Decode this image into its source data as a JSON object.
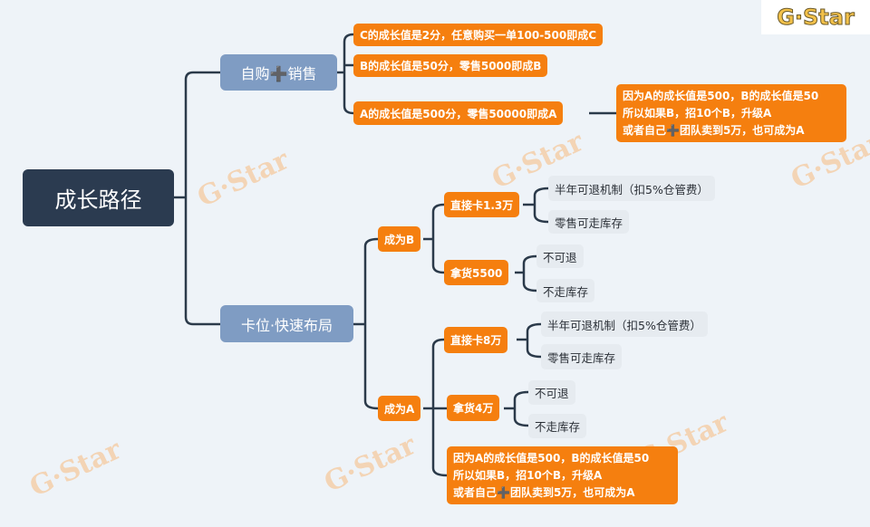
{
  "logo": "G·Star",
  "watermark": "G·Star",
  "root": "成长路径",
  "branch1": {
    "label": "自购➕销售",
    "items": [
      "C的成长值是2分，任意购买一单100-500即成C",
      "B的成长值是50分，零售5000即成B",
      "A的成长值是500分，零售50000即成A"
    ],
    "note": "因为A的成长值是500，B的成长值是50\n所以如果B，招10个B，升级A\n或者自己➕团队卖到5万，也可成为A"
  },
  "branch2": {
    "label": "卡位·快速布局",
    "b": {
      "label": "成为B",
      "direct": "直接卡1.3万",
      "direct_items": [
        "半年可退机制（扣5%仓管费）",
        "零售可走库存"
      ],
      "stock": "拿货5500",
      "stock_items": [
        "不可退",
        "不走库存"
      ]
    },
    "a": {
      "label": "成为A",
      "direct": "直接卡8万",
      "direct_items": [
        "半年可退机制（扣5%仓管费）",
        "零售可走库存"
      ],
      "stock": "拿货4万",
      "stock_items": [
        "不可退",
        "不走库存"
      ],
      "note": "因为A的成长值是500，B的成长值是50\n所以如果B，招10个B，升级A\n或者自己➕团队卖到5万，也可成为A"
    }
  }
}
